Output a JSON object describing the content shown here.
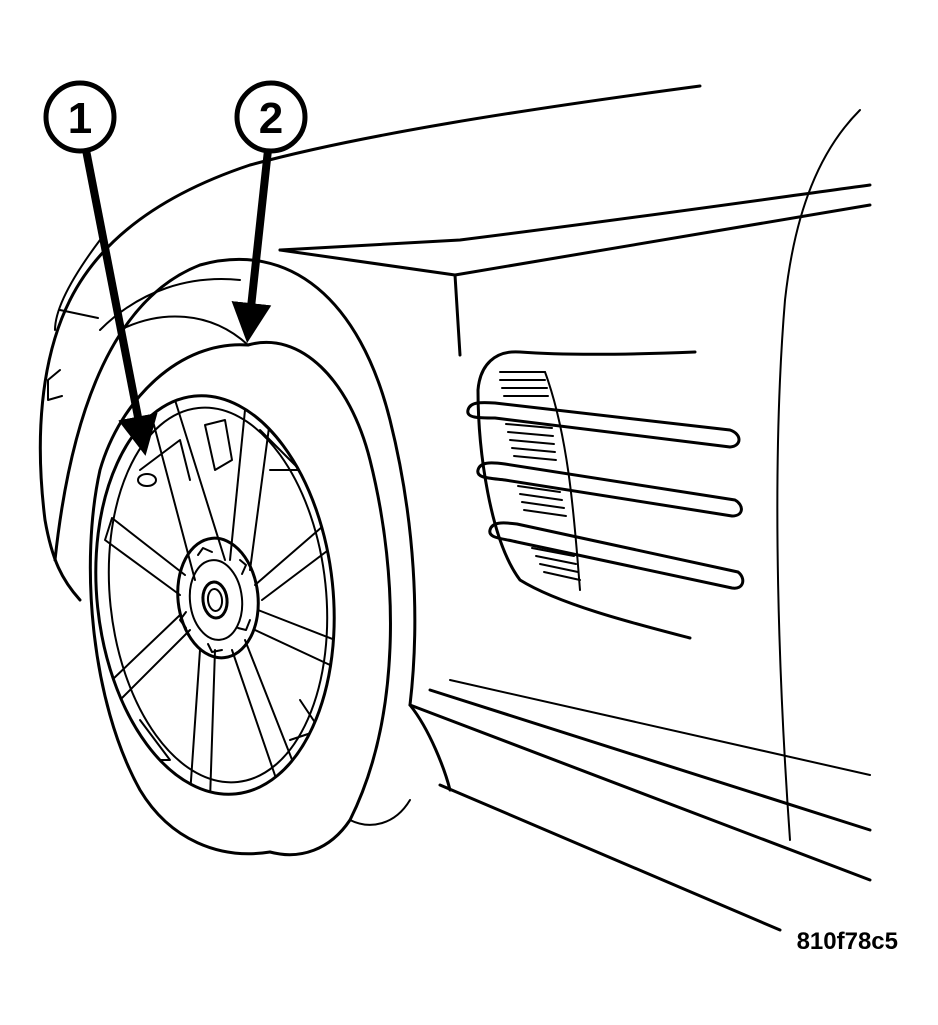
{
  "callouts": [
    {
      "id": "1"
    },
    {
      "id": "2"
    }
  ],
  "figure_code": "810f78c5",
  "colors": {
    "line": "#000000",
    "background": "#ffffff"
  }
}
